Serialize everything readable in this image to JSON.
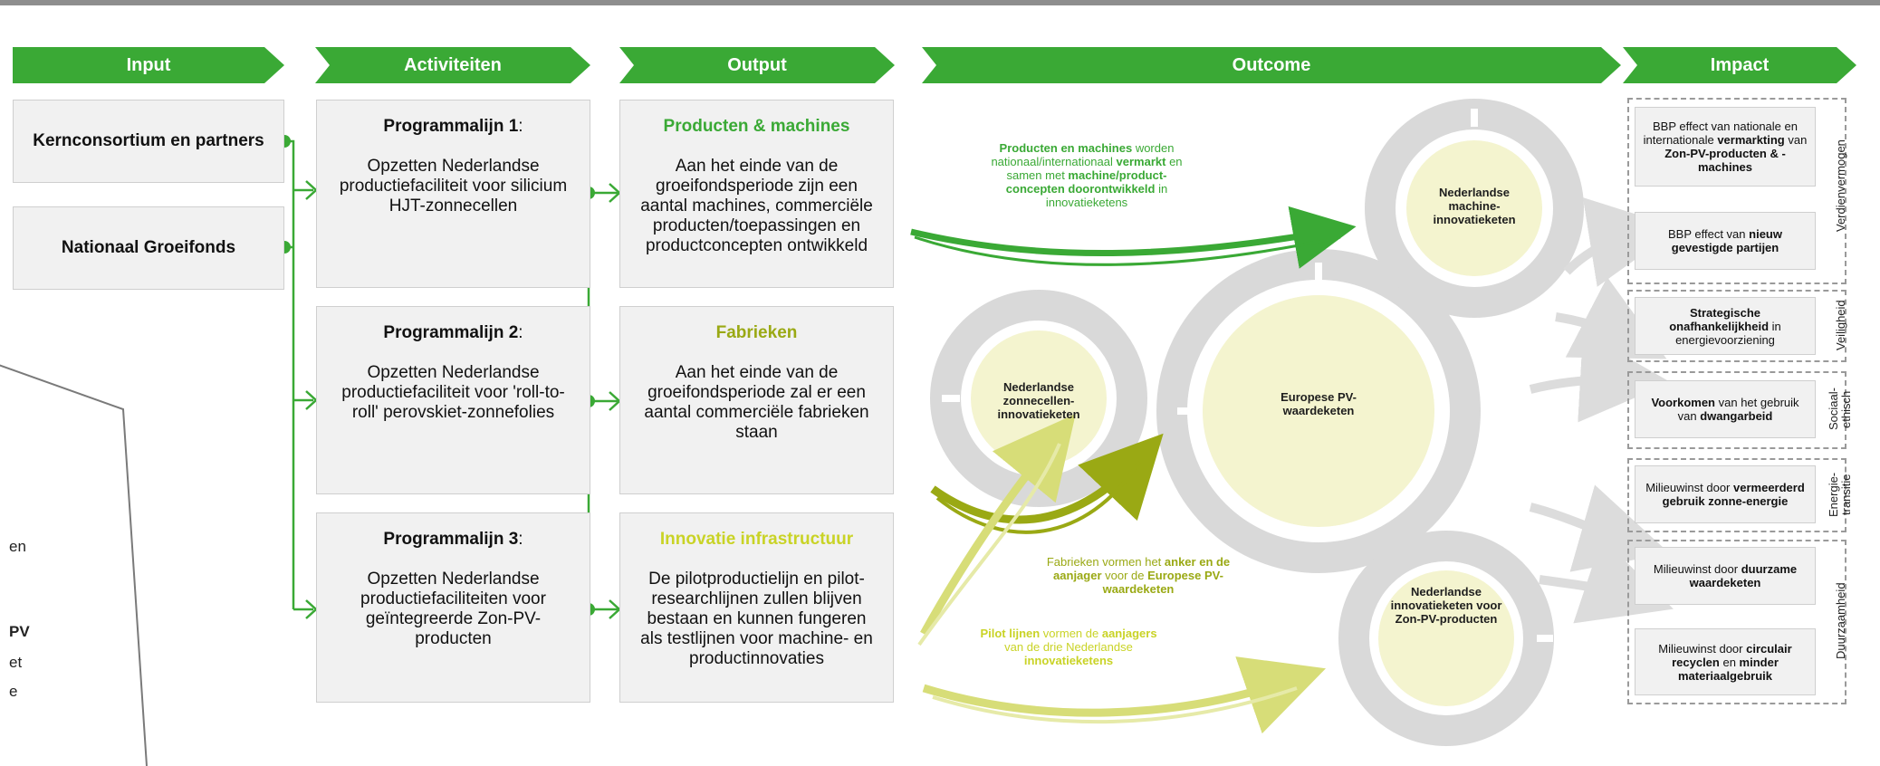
{
  "headers": {
    "input": "Input",
    "activities": "Activiteiten",
    "output": "Output",
    "outcome": "Outcome",
    "impact": "Impact"
  },
  "inputs": [
    "Kernconsortium en partners",
    "Nationaal Groeifonds"
  ],
  "programs": [
    {
      "title": "Programmalijn 1",
      "colon": ":",
      "text": "Opzetten Nederlandse productiefaciliteit voor silicium HJT-zonnecellen"
    },
    {
      "title": "Programmalijn 2",
      "colon": ":",
      "text": "Opzetten Nederlandse productiefaciliteit voor 'roll-to-roll' perovskiet-zonnefolies"
    },
    {
      "title": "Programmalijn 3",
      "colon": ":",
      "text": "Opzetten Nederlandse productiefaciliteiten voor geïntegreerde Zon-PV-producten"
    }
  ],
  "outputs": [
    {
      "title": "Producten & machines",
      "text": "Aan het einde van de groeifondsperiode zijn een aantal machines, commerciële producten/toepassingen en productconcepten ontwikkeld"
    },
    {
      "title": "Fabrieken",
      "text": "Aan het einde van de groeifondsperiode zal er een aantal commerciële fabrieken staan"
    },
    {
      "title": "Innovatie infrastructuur",
      "text": "De pilotproductielijn en pilot-researchlijnen zullen blijven bestaan en kunnen fungeren als testlijnen voor machine- en productinnovaties"
    }
  ],
  "outcome": {
    "circle_machine": "Nederlandse machine-innovatieketen",
    "circle_zonnecellen": "Nederlandse zonnecellen-innovatieketen",
    "circle_europe": "Europese PV-waardeketen",
    "circle_zonpv": "Nederlandse innovatieketen voor Zon-PV-producten",
    "ann_products": {
      "b1": "Producten en machines",
      "t1": " worden nationaal/internationaal ",
      "b2": "vermarkt",
      "t2": " en samen met ",
      "b3": "machine/product-concepten doorontwikkeld",
      "t3": " in innovatieketens"
    },
    "ann_factories": {
      "t1": "Fabrieken vormen het ",
      "b1": "anker en de aanjager",
      "t2": " voor de ",
      "b2": "Europese PV-waardeketen"
    },
    "ann_pilot": {
      "b1": "Pilot lijnen",
      "t1": " vormen de ",
      "b2": "aanjagers",
      "t2": " van de drie Nederlandse ",
      "b3": "innovatieketens"
    }
  },
  "impact": {
    "boxes": [
      {
        "t1": "BBP effect van nationale en internationale ",
        "b1": "vermarkting",
        "t2": " van ",
        "b2": "Zon-PV-producten & -machines",
        "t3": ""
      },
      {
        "t1": "BBP effect van ",
        "b1": "nieuw gevestigde partijen",
        "t2": "",
        "b2": "",
        "t3": ""
      },
      {
        "t1": "",
        "b1": "Strategische onafhankelijkheid",
        "t2": " in energievoorziening",
        "b2": "",
        "t3": ""
      },
      {
        "t1": "",
        "b1": "Voorkomen",
        "t2": " van het gebruik van ",
        "b2": "dwangarbeid",
        "t3": ""
      },
      {
        "t1": "Milieuwinst door ",
        "b1": "vermeerderd gebruik zonne-energie",
        "t2": "",
        "b2": "",
        "t3": ""
      },
      {
        "t1": "Milieuwinst door ",
        "b1": "duurzame waardeketen",
        "t2": "",
        "b2": "",
        "t3": ""
      },
      {
        "t1": "Milieuwinst door ",
        "b1": "circulair recyclen",
        "t2": " en ",
        "b2": "minder materiaalgebruik",
        "t3": ""
      }
    ],
    "categories": [
      "Verdienvermogen",
      "Veiligheid",
      "Sociaal-ethisch",
      "Energie-transitie",
      "Duurzaamheid"
    ]
  },
  "left_fragments": [
    "en",
    "PV",
    "et",
    "e"
  ],
  "colors": {
    "green": "#3aa935",
    "olive": "#9aa914",
    "yellow": "#c9d326",
    "lightyellow": "#f4f4cf",
    "grey_ring": "#d5d5d5"
  }
}
